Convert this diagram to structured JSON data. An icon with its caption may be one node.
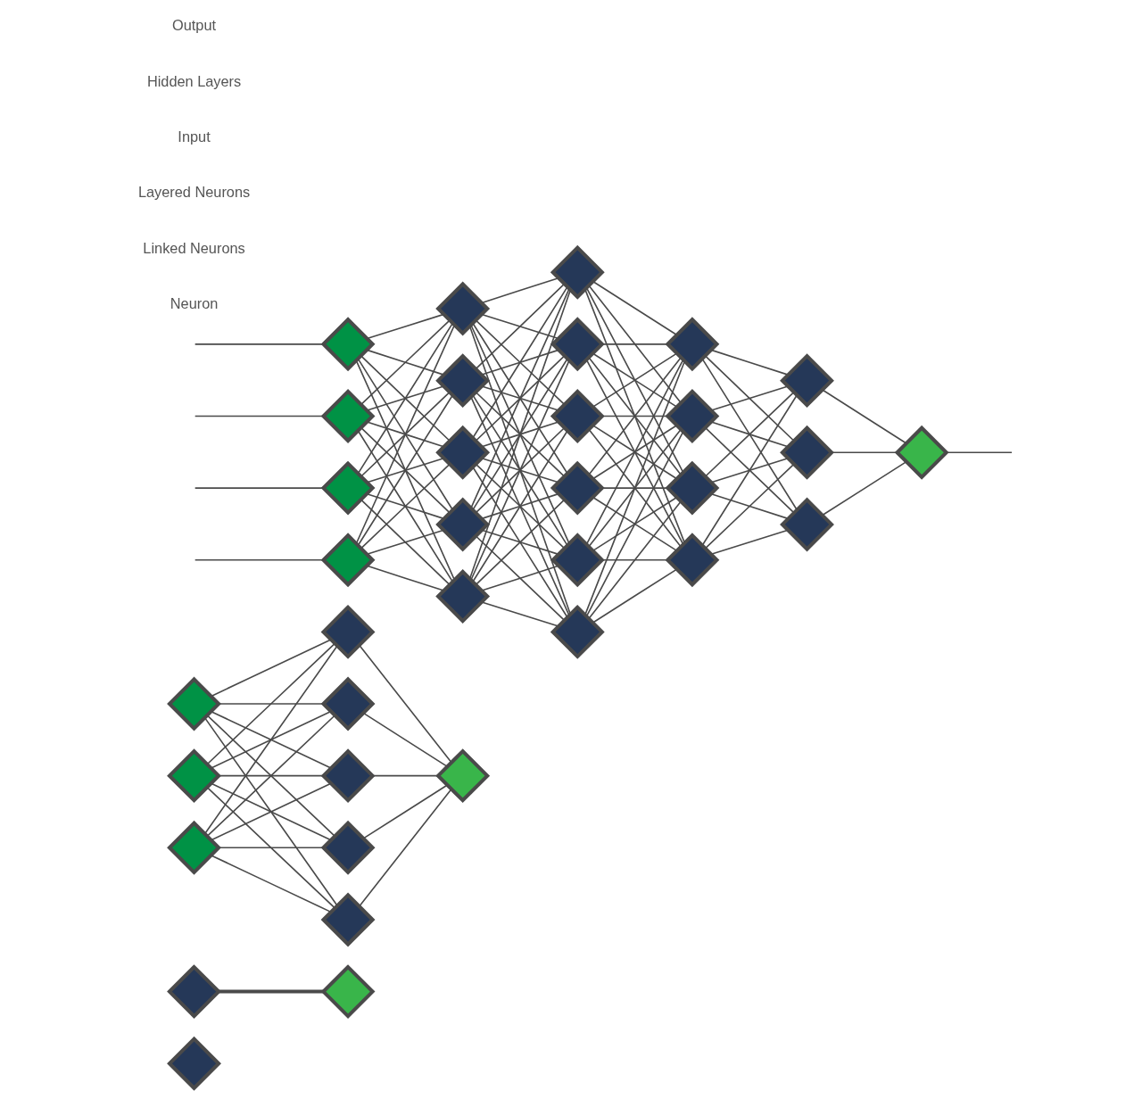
{
  "diagram": {
    "nodes": [
      {
        "text": [],
        "shape": "diamond"
      },
      {
        "text": [],
        "shape": "diamond"
      },
      {
        "text": [],
        "shape": "diamond"
      },
      {
        "text": [],
        "shape": "diamond"
      },
      {
        "text": [],
        "shape": "diamond"
      },
      {
        "text": [],
        "shape": "diamond"
      },
      {
        "text": [],
        "shape": "diamond"
      },
      {
        "text": [],
        "shape": "diamond"
      },
      {
        "text": [],
        "shape": "diamond"
      },
      {
        "text": [],
        "shape": "diamond"
      },
      {
        "text": [],
        "shape": "diamond"
      },
      {
        "text": [],
        "shape": "diamond"
      },
      {
        "text": [],
        "shape": "diamond"
      },
      {
        "text": [],
        "shape": "diamond"
      },
      {
        "text": [],
        "shape": "diamond"
      },
      {
        "text": [],
        "shape": "diamond"
      },
      {
        "text": [],
        "shape": "diamond"
      },
      {
        "text": [],
        "shape": "diamond"
      },
      {
        "text": [],
        "shape": "diamond"
      },
      {
        "text": [],
        "shape": "diamond"
      },
      {
        "text": [],
        "shape": "diamond"
      },
      {
        "text": [],
        "shape": "diamond"
      },
      {
        "text": [],
        "shape": "diamond"
      },
      {
        "text": [],
        "shape": "diamond"
      },
      {
        "text": [],
        "shape": "diamond"
      },
      {
        "text": [],
        "shape": "diamond"
      },
      {
        "text": [],
        "shape": "diamond"
      },
      {
        "text": [],
        "shape": "diamond"
      },
      {
        "text": [],
        "shape": "diamond"
      },
      {
        "text": [],
        "shape": "diamond"
      },
      {
        "text": [],
        "shape": "diamond"
      },
      {
        "text": [],
        "shape": "diamond"
      },
      {
        "text": [],
        "shape": "diamond"
      },
      {
        "text": [],
        "shape": "diamond"
      },
      {
        "text": [],
        "shape": "diamond"
      }
    ],
    "edges": [
      {
        "from": 1,
        "to": 2,
        "arrow": "none",
        "style": "thick"
      },
      {
        "from": 3,
        "to": 6,
        "arrow": "none"
      },
      {
        "from": 3,
        "to": 7,
        "arrow": "none"
      },
      {
        "from": 3,
        "to": 8,
        "arrow": "none"
      },
      {
        "from": 3,
        "to": 9,
        "arrow": "none"
      },
      {
        "from": 3,
        "to": 10,
        "arrow": "none"
      },
      {
        "from": 4,
        "to": 6,
        "arrow": "none"
      },
      {
        "from": 4,
        "to": 7,
        "arrow": "none"
      },
      {
        "from": 4,
        "to": 8,
        "arrow": "none"
      },
      {
        "from": 4,
        "to": 9,
        "arrow": "none"
      },
      {
        "from": 4,
        "to": 10,
        "arrow": "none"
      },
      {
        "from": 5,
        "to": 6,
        "arrow": "none"
      },
      {
        "from": 5,
        "to": 7,
        "arrow": "none"
      },
      {
        "from": 5,
        "to": 8,
        "arrow": "none"
      },
      {
        "from": 5,
        "to": 9,
        "arrow": "none"
      },
      {
        "from": 5,
        "to": 10,
        "arrow": "none"
      },
      {
        "from": 6,
        "to": 11,
        "arrow": "none"
      },
      {
        "from": 7,
        "to": 11,
        "arrow": "none"
      },
      {
        "from": 8,
        "to": 11,
        "arrow": "none"
      },
      {
        "from": 9,
        "to": 11,
        "arrow": "none"
      },
      {
        "from": 10,
        "to": 11,
        "arrow": "none"
      },
      {
        "from": null,
        "to": 12,
        "arrow": "none"
      },
      {
        "from": null,
        "to": 13,
        "arrow": "none"
      },
      {
        "from": null,
        "to": 14,
        "arrow": "none"
      },
      {
        "from": null,
        "to": 15,
        "arrow": "none"
      },
      {
        "from": 12,
        "to": 16,
        "arrow": "none"
      },
      {
        "from": 12,
        "to": 17,
        "arrow": "none"
      },
      {
        "from": 12,
        "to": 18,
        "arrow": "none"
      },
      {
        "from": 12,
        "to": 19,
        "arrow": "none"
      },
      {
        "from": 12,
        "to": 20,
        "arrow": "none"
      },
      {
        "from": 13,
        "to": 16,
        "arrow": "none"
      },
      {
        "from": 13,
        "to": 17,
        "arrow": "none"
      },
      {
        "from": 13,
        "to": 18,
        "arrow": "none"
      },
      {
        "from": 13,
        "to": 19,
        "arrow": "none"
      },
      {
        "from": 13,
        "to": 20,
        "arrow": "none"
      },
      {
        "from": 14,
        "to": 16,
        "arrow": "none"
      },
      {
        "from": 14,
        "to": 17,
        "arrow": "none"
      },
      {
        "from": 14,
        "to": 18,
        "arrow": "none"
      },
      {
        "from": 14,
        "to": 19,
        "arrow": "none"
      },
      {
        "from": 14,
        "to": 20,
        "arrow": "none"
      },
      {
        "from": 15,
        "to": 16,
        "arrow": "none"
      },
      {
        "from": 15,
        "to": 17,
        "arrow": "none"
      },
      {
        "from": 15,
        "to": 18,
        "arrow": "none"
      },
      {
        "from": 15,
        "to": 19,
        "arrow": "none"
      },
      {
        "from": 15,
        "to": 20,
        "arrow": "none"
      },
      {
        "from": 16,
        "to": 21,
        "arrow": "none"
      },
      {
        "from": 16,
        "to": 22,
        "arrow": "none"
      },
      {
        "from": 16,
        "to": 23,
        "arrow": "none"
      },
      {
        "from": 16,
        "to": 24,
        "arrow": "none"
      },
      {
        "from": 16,
        "to": 25,
        "arrow": "none"
      },
      {
        "from": 16,
        "to": 26,
        "arrow": "none"
      },
      {
        "from": 17,
        "to": 21,
        "arrow": "none"
      },
      {
        "from": 17,
        "to": 22,
        "arrow": "none"
      },
      {
        "from": 17,
        "to": 23,
        "arrow": "none"
      },
      {
        "from": 17,
        "to": 24,
        "arrow": "none"
      },
      {
        "from": 17,
        "to": 25,
        "arrow": "none"
      },
      {
        "from": 17,
        "to": 26,
        "arrow": "none"
      },
      {
        "from": 18,
        "to": 21,
        "arrow": "none"
      },
      {
        "from": 18,
        "to": 22,
        "arrow": "none"
      },
      {
        "from": 18,
        "to": 23,
        "arrow": "none"
      },
      {
        "from": 18,
        "to": 24,
        "arrow": "none"
      },
      {
        "from": 18,
        "to": 25,
        "arrow": "none"
      },
      {
        "from": 18,
        "to": 26,
        "arrow": "none"
      },
      {
        "from": 19,
        "to": 21,
        "arrow": "none"
      },
      {
        "from": 19,
        "to": 22,
        "arrow": "none"
      },
      {
        "from": 19,
        "to": 23,
        "arrow": "none"
      },
      {
        "from": 19,
        "to": 24,
        "arrow": "none"
      },
      {
        "from": 19,
        "to": 25,
        "arrow": "none"
      },
      {
        "from": 19,
        "to": 26,
        "arrow": "none"
      },
      {
        "from": 20,
        "to": 21,
        "arrow": "none"
      },
      {
        "from": 20,
        "to": 22,
        "arrow": "none"
      },
      {
        "from": 20,
        "to": 23,
        "arrow": "none"
      },
      {
        "from": 20,
        "to": 24,
        "arrow": "none"
      },
      {
        "from": 20,
        "to": 25,
        "arrow": "none"
      },
      {
        "from": 20,
        "to": 26,
        "arrow": "none"
      },
      {
        "from": 21,
        "to": 27,
        "arrow": "none"
      },
      {
        "from": 21,
        "to": 28,
        "arrow": "none"
      },
      {
        "from": 21,
        "to": 29,
        "arrow": "none"
      },
      {
        "from": 21,
        "to": 30,
        "arrow": "none"
      },
      {
        "from": 22,
        "to": 27,
        "arrow": "none"
      },
      {
        "from": 22,
        "to": 28,
        "arrow": "none"
      },
      {
        "from": 22,
        "to": 29,
        "arrow": "none"
      },
      {
        "from": 22,
        "to": 30,
        "arrow": "none"
      },
      {
        "from": 23,
        "to": 27,
        "arrow": "none"
      },
      {
        "from": 23,
        "to": 28,
        "arrow": "none"
      },
      {
        "from": 23,
        "to": 29,
        "arrow": "none"
      },
      {
        "from": 23,
        "to": 30,
        "arrow": "none"
      },
      {
        "from": 24,
        "to": 27,
        "arrow": "none"
      },
      {
        "from": 24,
        "to": 28,
        "arrow": "none"
      },
      {
        "from": 24,
        "to": 29,
        "arrow": "none"
      },
      {
        "from": 24,
        "to": 30,
        "arrow": "none"
      },
      {
        "from": 25,
        "to": 27,
        "arrow": "none"
      },
      {
        "from": 25,
        "to": 28,
        "arrow": "none"
      },
      {
        "from": 25,
        "to": 29,
        "arrow": "none"
      },
      {
        "from": 25,
        "to": 30,
        "arrow": "none"
      },
      {
        "from": 26,
        "to": 27,
        "arrow": "none"
      },
      {
        "from": 26,
        "to": 28,
        "arrow": "none"
      },
      {
        "from": 26,
        "to": 29,
        "arrow": "none"
      },
      {
        "from": 26,
        "to": 30,
        "arrow": "none"
      },
      {
        "from": 27,
        "to": 31,
        "arrow": "none"
      },
      {
        "from": 27,
        "to": 32,
        "arrow": "none"
      },
      {
        "from": 27,
        "to": 33,
        "arrow": "none"
      },
      {
        "from": 28,
        "to": 31,
        "arrow": "none"
      },
      {
        "from": 28,
        "to": 32,
        "arrow": "none"
      },
      {
        "from": 28,
        "to": 33,
        "arrow": "none"
      },
      {
        "from": 29,
        "to": 31,
        "arrow": "none"
      },
      {
        "from": 29,
        "to": 32,
        "arrow": "none"
      },
      {
        "from": 29,
        "to": 33,
        "arrow": "none"
      },
      {
        "from": 30,
        "to": 31,
        "arrow": "none"
      },
      {
        "from": 30,
        "to": 32,
        "arrow": "none"
      },
      {
        "from": 30,
        "to": 33,
        "arrow": "none"
      },
      {
        "from": 31,
        "to": 34,
        "arrow": "none"
      },
      {
        "from": 32,
        "to": 34,
        "arrow": "none"
      },
      {
        "from": 33,
        "to": 34,
        "arrow": "none"
      },
      {
        "from": 34,
        "to": null,
        "arrow": "none"
      }
    ],
    "labels": [
      "Neuron",
      "Linked Neurons",
      "Layered Neurons",
      "Input",
      "Hidden Layers",
      "Output"
    ]
  }
}
